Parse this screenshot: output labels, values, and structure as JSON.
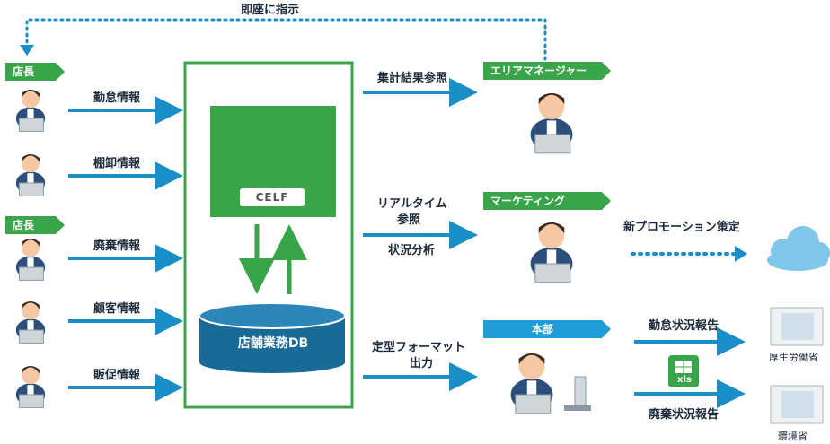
{
  "top_instruction": "即座に指示",
  "store_tag_1": "店長",
  "store_tag_2": "店長",
  "inputs": [
    {
      "label": "勤怠情報"
    },
    {
      "label": "棚卸情報"
    },
    {
      "label": "廃棄情報"
    },
    {
      "label": "顧客情報"
    },
    {
      "label": "販促情報"
    }
  ],
  "system": {
    "app_name": "CELF",
    "db_name": "店舗業務DB"
  },
  "outputs": {
    "area_manager": {
      "arrow_label": "集計結果参照",
      "tag": "エリアマネージャー"
    },
    "marketing": {
      "arrow_label_1": "リアルタイム",
      "arrow_label_2": "参照",
      "arrow_label_3": "状況分析",
      "tag": "マーケティング",
      "promo": "新プロモーション策定"
    },
    "headquarters": {
      "arrow_label_1": "定型フォーマット",
      "arrow_label_2": "出力",
      "tag": "本部"
    }
  },
  "reports": {
    "attendance": "勤怠状況報告",
    "disposal": "廃棄状況報告",
    "file_badge": "xls",
    "ministry_1": "厚生労働省",
    "ministry_2": "環境省"
  },
  "colors": {
    "green": "#3aa44a",
    "blue": "#1d9ed9",
    "navy": "#1a5a82",
    "arrow": "#1a8fc7"
  }
}
